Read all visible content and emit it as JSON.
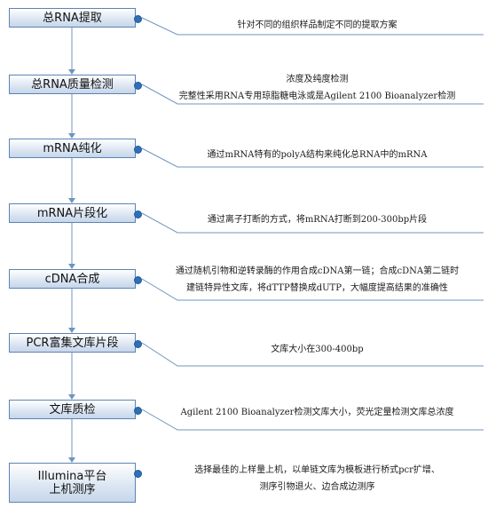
{
  "steps": [
    {
      "label": "总RNA提取",
      "desc": [
        "针对不同的组织样品制定不同的提取方案"
      ]
    },
    {
      "label": "总RNA质量检测",
      "desc": [
        "浓度及纯度检测",
        "完整性采用RNA专用琼脂糖电泳或是Agilent 2100 Bioanalyzer检测"
      ]
    },
    {
      "label": "mRNA纯化",
      "desc": [
        "通过mRNA特有的polyA结构来纯化总RNA中的mRNA"
      ]
    },
    {
      "label": "mRNA片段化",
      "desc": [
        "通过离子打断的方式，将mRNA打断到200-300bp片段"
      ]
    },
    {
      "label": "cDNA合成",
      "desc": [
        "通过随机引物和逆转录酶的作用合成cDNA第一链；合成cDNA第二链时",
        "建链特异性文库，将dTTP替换成dUTP，大幅度提高结果的准确性"
      ]
    },
    {
      "label": "PCR富集文库片段",
      "desc": [
        "文库大小在300-400bp"
      ]
    },
    {
      "label": "文库质检",
      "desc": [
        "Agilent 2100 Bioanalyzer检测文库大小，荧光定量检测文库总浓度"
      ]
    },
    {
      "label": "Illumina平台\n上机测序",
      "desc": [
        "选择最佳的上样量上机，以单链文库为模板进行桥式pcr扩增、",
        "测序引物退火、边合成边测序"
      ]
    }
  ],
  "colors": {
    "box_border": "#5b84b4",
    "dot": "#2f6fb5",
    "connector": "#6f95bf"
  }
}
